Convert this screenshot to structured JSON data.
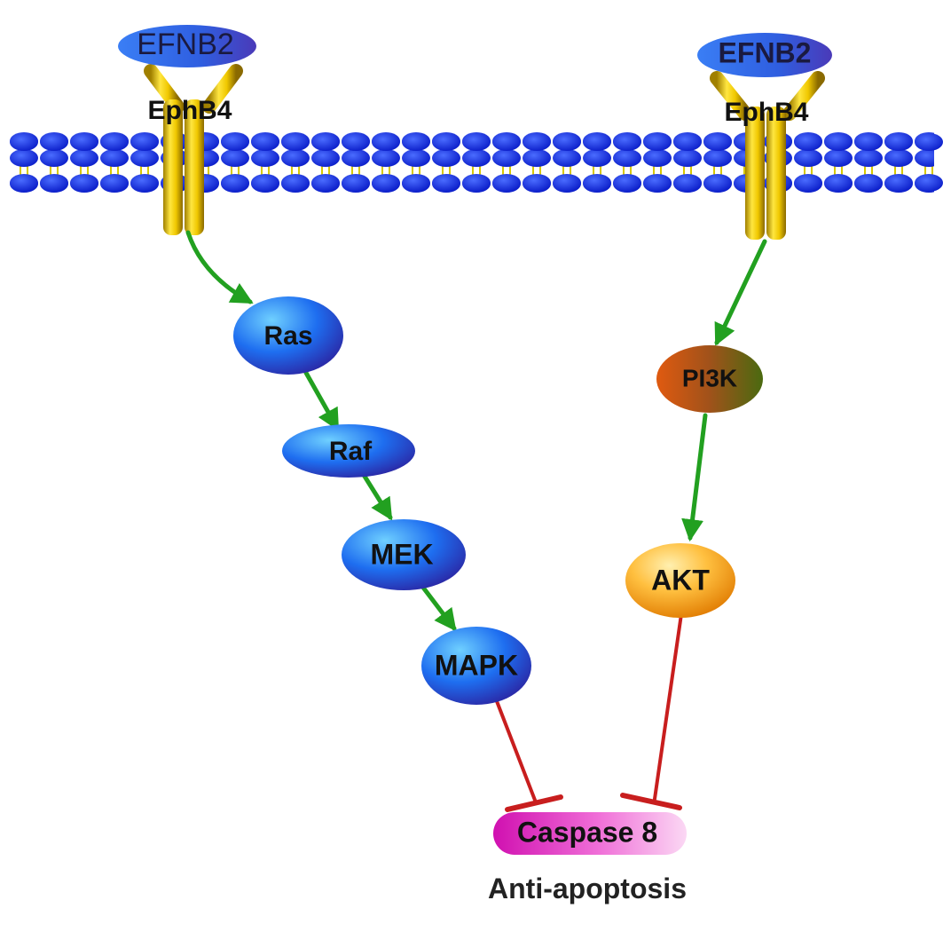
{
  "diagram": {
    "left_receptor": {
      "ligand": "EFNB2",
      "receptor": "EphB4"
    },
    "right_receptor": {
      "ligand": "EFNB2",
      "receptor": "EphB4"
    },
    "ras_pathway": {
      "nodes": [
        "Ras",
        "Raf",
        "MEK",
        "MAPK"
      ]
    },
    "pi3k_pathway": {
      "nodes": [
        "PI3K",
        "AKT"
      ]
    },
    "target": "Caspase 8",
    "outcome": "Anti-apoptosis",
    "colors": {
      "activation_arrow": "#22a020",
      "inhibition_line": "#c81e1e",
      "receptor": "#e6c200",
      "membrane_head": "#1030d8",
      "membrane_tail": "#e8d820",
      "blue_protein": "#1e6ef0",
      "pi3k": "#b05010",
      "akt": "#f5a010",
      "caspase": "#e030c0"
    }
  }
}
